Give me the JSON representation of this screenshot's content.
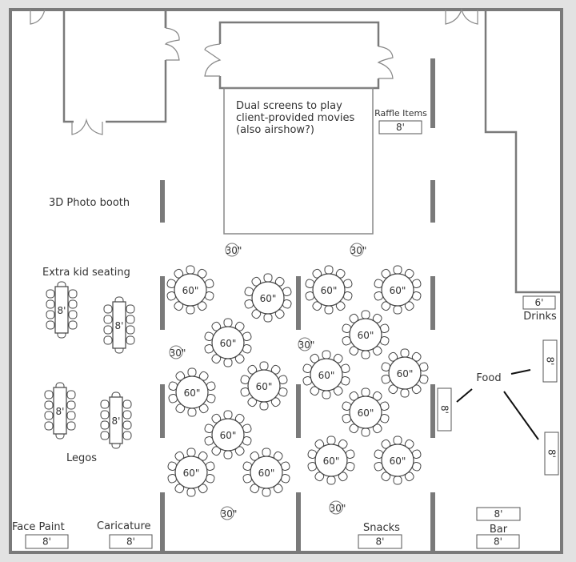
{
  "labels": {
    "screens_line1": "Dual screens to play",
    "screens_line2": "client-provided movies",
    "screens_line3": "(also airshow?)",
    "raffle": "Raffle Items",
    "photo_booth": "3D Photo booth",
    "extra_kid_seating": "Extra kid seating",
    "legos": "Legos",
    "face_paint": "Face Paint",
    "caricature": "Caricature",
    "snacks": "Snacks",
    "bar": "Bar",
    "drinks": "Drinks",
    "food": "Food"
  },
  "sizes": {
    "round_large": "60\"",
    "round_small": "30\"",
    "table_8ft": "8'",
    "table_6ft": "6'"
  },
  "colors": {
    "wall": "#7a7a7a",
    "outline": "#555555",
    "frame": "#e2e2e2"
  }
}
